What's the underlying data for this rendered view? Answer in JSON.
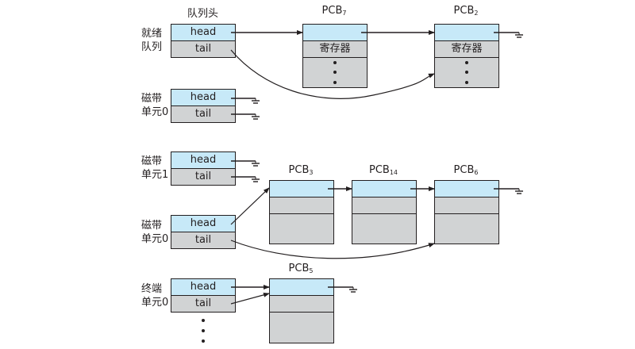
{
  "header": {
    "queue_header_label": "队列头"
  },
  "queues": [
    {
      "id": "ready",
      "label_line1": "就绪",
      "label_line2": "队列",
      "head": "head",
      "tail": "tail"
    },
    {
      "id": "tape0",
      "label_line1": "磁带",
      "label_line2": "单元0",
      "head": "head",
      "tail": "tail"
    },
    {
      "id": "disk1",
      "label_line1": "磁带",
      "label_line2": "单元1",
      "head": "head",
      "tail": "tail"
    },
    {
      "id": "disk0",
      "label_line1": "磁带",
      "label_line2": "单元0",
      "head": "head",
      "tail": "tail"
    },
    {
      "id": "term0",
      "label_line1": "终端",
      "label_line2": "单元0",
      "head": "head",
      "tail": "tail"
    }
  ],
  "pcbs": [
    {
      "id": "pcb7",
      "name": "PCB",
      "sub": "7",
      "register_label": "寄存器"
    },
    {
      "id": "pcb2",
      "name": "PCB",
      "sub": "2",
      "register_label": "寄存器"
    },
    {
      "id": "pcb3",
      "name": "PCB",
      "sub": "3",
      "register_label": ""
    },
    {
      "id": "pcb14",
      "name": "PCB",
      "sub": "14",
      "register_label": ""
    },
    {
      "id": "pcb6",
      "name": "PCB",
      "sub": "6",
      "register_label": ""
    },
    {
      "id": "pcb5",
      "name": "PCB",
      "sub": "5",
      "register_label": ""
    }
  ],
  "colors": {
    "head_fill": "#c7e9f8",
    "body_fill": "#d1d3d4",
    "stroke": "#231f20"
  },
  "links": [
    {
      "from": "ready.head",
      "to": "pcb7"
    },
    {
      "from": "pcb7",
      "to": "pcb2"
    },
    {
      "from": "ready.tail",
      "to": "pcb2"
    },
    {
      "from": "pcb2",
      "to": "null"
    },
    {
      "from": "tape0.head",
      "to": "null"
    },
    {
      "from": "tape0.tail",
      "to": "null"
    },
    {
      "from": "disk1.head",
      "to": "null"
    },
    {
      "from": "disk1.tail",
      "to": "null"
    },
    {
      "from": "disk0.head",
      "to": "pcb3"
    },
    {
      "from": "pcb3",
      "to": "pcb14"
    },
    {
      "from": "pcb14",
      "to": "pcb6"
    },
    {
      "from": "pcb6",
      "to": "null"
    },
    {
      "from": "disk0.tail",
      "to": "pcb6"
    },
    {
      "from": "term0.head",
      "to": "pcb5"
    },
    {
      "from": "term0.tail",
      "to": "pcb5"
    },
    {
      "from": "pcb5",
      "to": "null"
    }
  ]
}
